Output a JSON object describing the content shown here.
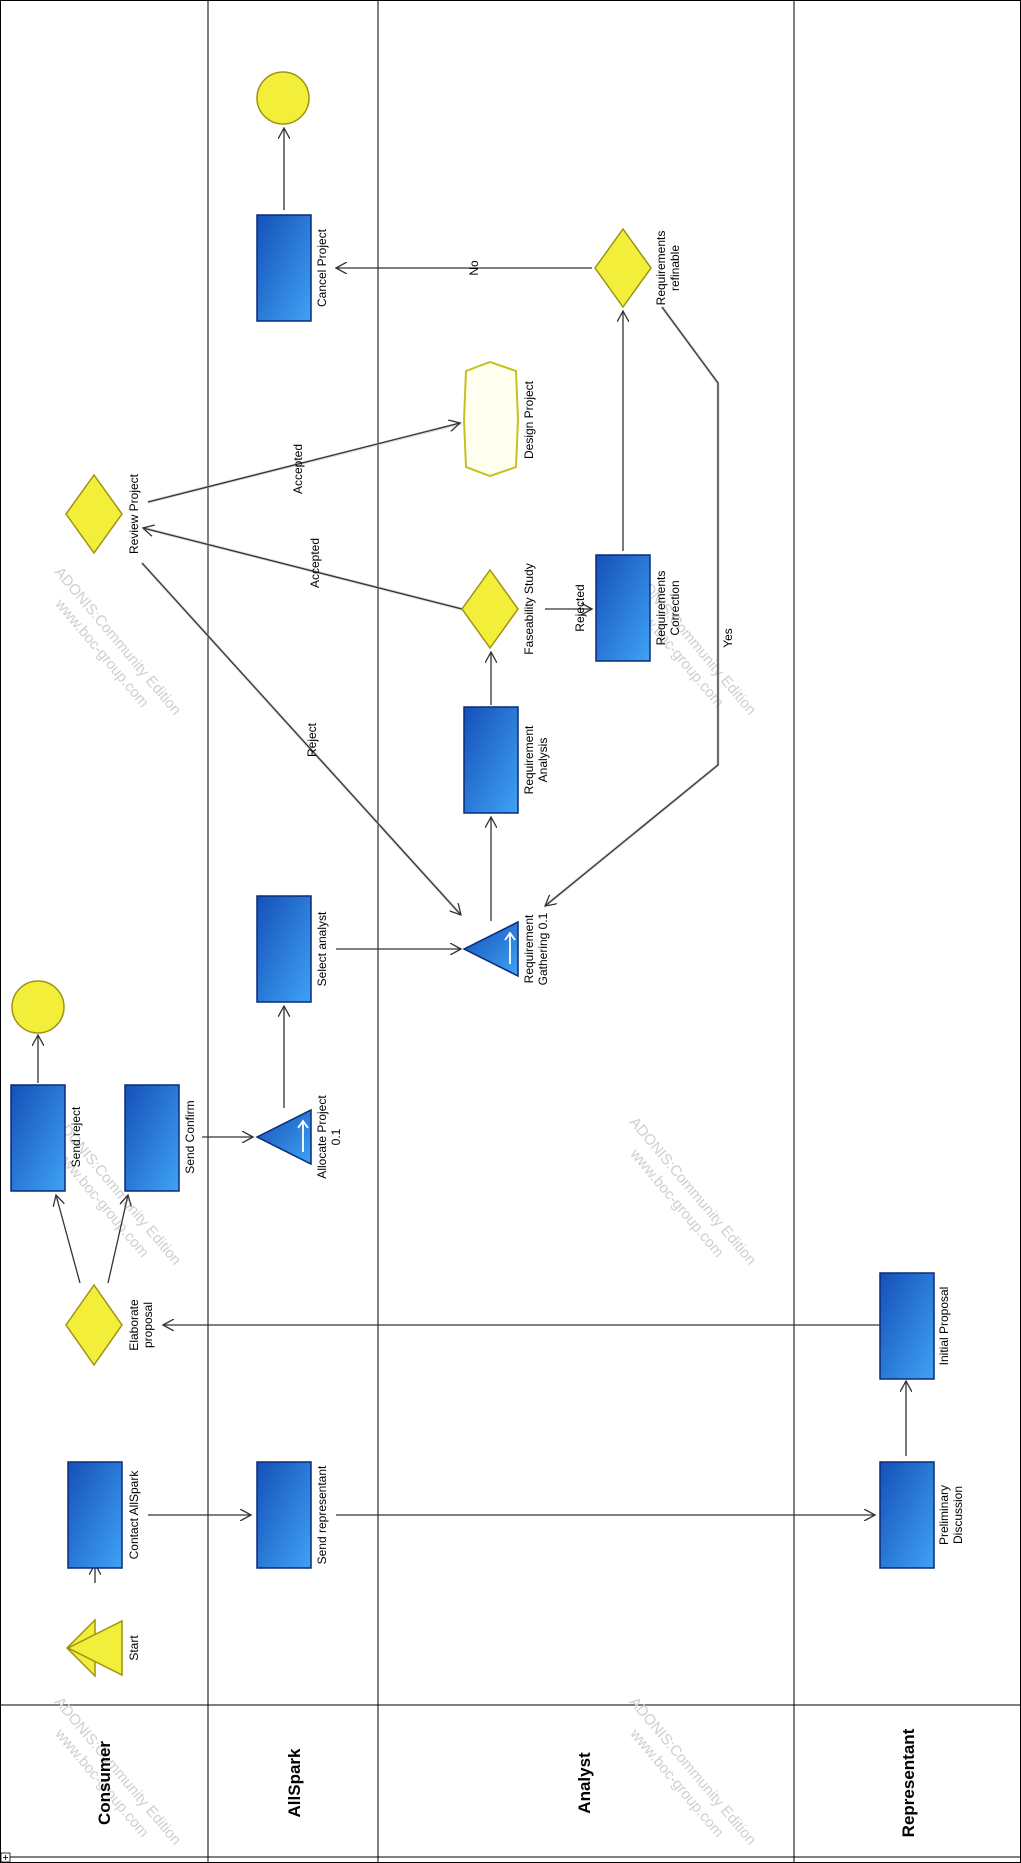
{
  "lanes": [
    {
      "id": "consumer",
      "title": "Consumer"
    },
    {
      "id": "allspark",
      "title": "AllSpark"
    },
    {
      "id": "analyst",
      "title": "Analyst"
    },
    {
      "id": "representant",
      "title": "Representant"
    }
  ],
  "nodes": {
    "start": {
      "label": "Start"
    },
    "contact_allspark": {
      "label": "Contact AllSpark"
    },
    "send_representant": {
      "label": "Send representant"
    },
    "preliminary_discussion": {
      "label1": "Preliminary",
      "label2": "Discussion"
    },
    "initial_proposal": {
      "label": "Initial Proposal"
    },
    "elaborate_proposal": {
      "label1": "Elaborate",
      "label2": "proposal"
    },
    "send_reject": {
      "label": "Send reject"
    },
    "send_confirm": {
      "label": "Send Confirm"
    },
    "allocate_project": {
      "label1": "Allocate Project",
      "label2": "0.1"
    },
    "select_analyst": {
      "label": "Select analyst"
    },
    "requirement_gathering": {
      "label1": "Requirement",
      "label2": "Gathering 0.1"
    },
    "requirement_analysis": {
      "label1": "Requirement",
      "label2": "Analysis"
    },
    "faseability_study": {
      "label": "Faseability Study"
    },
    "requirements_correction": {
      "label1": "Requirements",
      "label2": "Correction"
    },
    "requirements_refinable": {
      "label1": "Requirements",
      "label2": "refinable"
    },
    "review_project": {
      "label": "Review Project"
    },
    "design_project": {
      "label": "Design Project"
    },
    "cancel_project": {
      "label": "Cancel Project"
    }
  },
  "edge_labels": {
    "accepted_design": "Accepted",
    "accepted_review": "Accepted",
    "reject": "Reject",
    "rejected": "Rejected",
    "no": "No",
    "yes": "Yes"
  },
  "watermark": {
    "line1": "ADONIS:Community Edition",
    "line2": "www.boc-group.com"
  },
  "colors": {
    "task_top": "#1c5fc8",
    "task_bottom": "#3a9af0",
    "task_border": "#0a2a78",
    "event_fill": "#f3ee3a",
    "event_border": "#9c9412",
    "design_fill": "#fffff0",
    "design_border": "#c8c020"
  }
}
